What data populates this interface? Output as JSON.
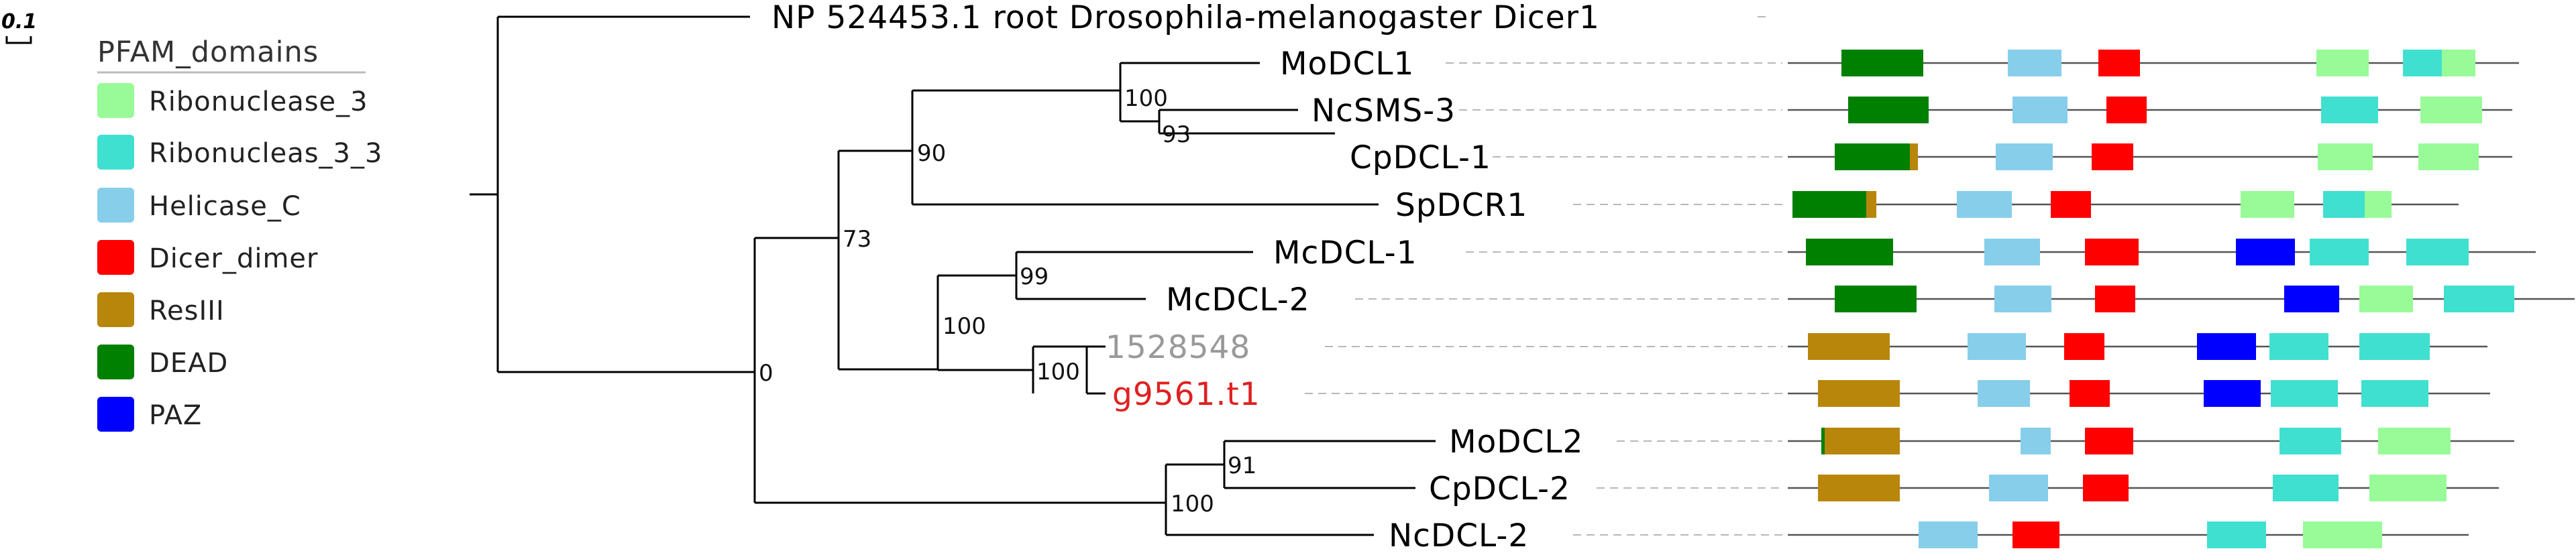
{
  "scale_bar": {
    "label": "0.1"
  },
  "legend": {
    "title": "PFAM_domains",
    "items": [
      {
        "name": "Ribonuclease_3",
        "color": "#98FB98"
      },
      {
        "name": "Ribonucleas_3_3",
        "color": "#40E0D0"
      },
      {
        "name": "Helicase_C",
        "color": "#87CEEB"
      },
      {
        "name": "Dicer_dimer",
        "color": "#FF0000"
      },
      {
        "name": "ResIII",
        "color": "#B8860B"
      },
      {
        "name": "DEAD",
        "color": "#008000"
      },
      {
        "name": "PAZ",
        "color": "#0000FF"
      }
    ]
  },
  "tree": {
    "leaves": [
      {
        "name": "NP 524453.1 root Drosophila-melanogaster Dicer1",
        "color": "#000000"
      },
      {
        "name": "MoDCL1",
        "color": "#000000"
      },
      {
        "name": "NcSMS-3",
        "color": "#000000"
      },
      {
        "name": "CpDCL-1",
        "color": "#000000"
      },
      {
        "name": "SpDCR1",
        "color": "#000000"
      },
      {
        "name": "McDCL-1",
        "color": "#000000"
      },
      {
        "name": "McDCL-2",
        "color": "#000000"
      },
      {
        "name": "1528548",
        "color": "#999999"
      },
      {
        "name": "g9561.t1",
        "color": "#E02020"
      },
      {
        "name": "MoDCL2",
        "color": "#000000"
      },
      {
        "name": "CpDCL-2",
        "color": "#000000"
      },
      {
        "name": "NcDCL-2",
        "color": "#000000"
      }
    ],
    "support_values": [
      "100",
      "93",
      "90",
      "73",
      "99",
      "100",
      "100",
      "0",
      "91",
      "100"
    ]
  },
  "domain_tracks": [
    {
      "protein": "NP 524453.1 root Drosophila-melanogaster Dicer1",
      "domains": []
    },
    {
      "protein": "MoDCL1",
      "domains": [
        "DEAD",
        "Helicase_C",
        "Dicer_dimer",
        "Ribonuclease_3",
        "Ribonucleas_3_3",
        "Ribonuclease_3"
      ]
    },
    {
      "protein": "NcSMS-3",
      "domains": [
        "DEAD",
        "Helicase_C",
        "Dicer_dimer",
        "Ribonucleas_3_3",
        "Ribonuclease_3"
      ]
    },
    {
      "protein": "CpDCL-1",
      "domains": [
        "DEAD",
        "ResIII",
        "Helicase_C",
        "Dicer_dimer",
        "Ribonuclease_3",
        "Ribonuclease_3"
      ]
    },
    {
      "protein": "SpDCR1",
      "domains": [
        "DEAD",
        "ResIII",
        "Helicase_C",
        "Dicer_dimer",
        "Ribonuclease_3",
        "Ribonucleas_3_3",
        "Ribonuclease_3"
      ]
    },
    {
      "protein": "McDCL-1",
      "domains": [
        "DEAD",
        "Helicase_C",
        "Dicer_dimer",
        "PAZ",
        "Ribonucleas_3_3",
        "Ribonucleas_3_3"
      ]
    },
    {
      "protein": "McDCL-2",
      "domains": [
        "DEAD",
        "Helicase_C",
        "Dicer_dimer",
        "PAZ",
        "Ribonuclease_3",
        "Ribonucleas_3_3"
      ]
    },
    {
      "protein": "1528548",
      "domains": [
        "ResIII",
        "Helicase_C",
        "Dicer_dimer",
        "PAZ",
        "Ribonucleas_3_3",
        "Ribonucleas_3_3"
      ]
    },
    {
      "protein": "g9561.t1",
      "domains": [
        "ResIII",
        "Helicase_C",
        "Dicer_dimer",
        "PAZ",
        "Ribonucleas_3_3",
        "Ribonucleas_3_3"
      ]
    },
    {
      "protein": "MoDCL2",
      "domains": [
        "DEAD",
        "ResIII",
        "Helicase_C",
        "Dicer_dimer",
        "Ribonucleas_3_3",
        "Ribonuclease_3"
      ]
    },
    {
      "protein": "CpDCL-2",
      "domains": [
        "ResIII",
        "Helicase_C",
        "Dicer_dimer",
        "Ribonucleas_3_3",
        "Ribonuclease_3"
      ]
    },
    {
      "protein": "NcDCL-2",
      "domains": [
        "Helicase_C",
        "Dicer_dimer",
        "Ribonucleas_3_3",
        "Ribonuclease_3"
      ]
    }
  ]
}
